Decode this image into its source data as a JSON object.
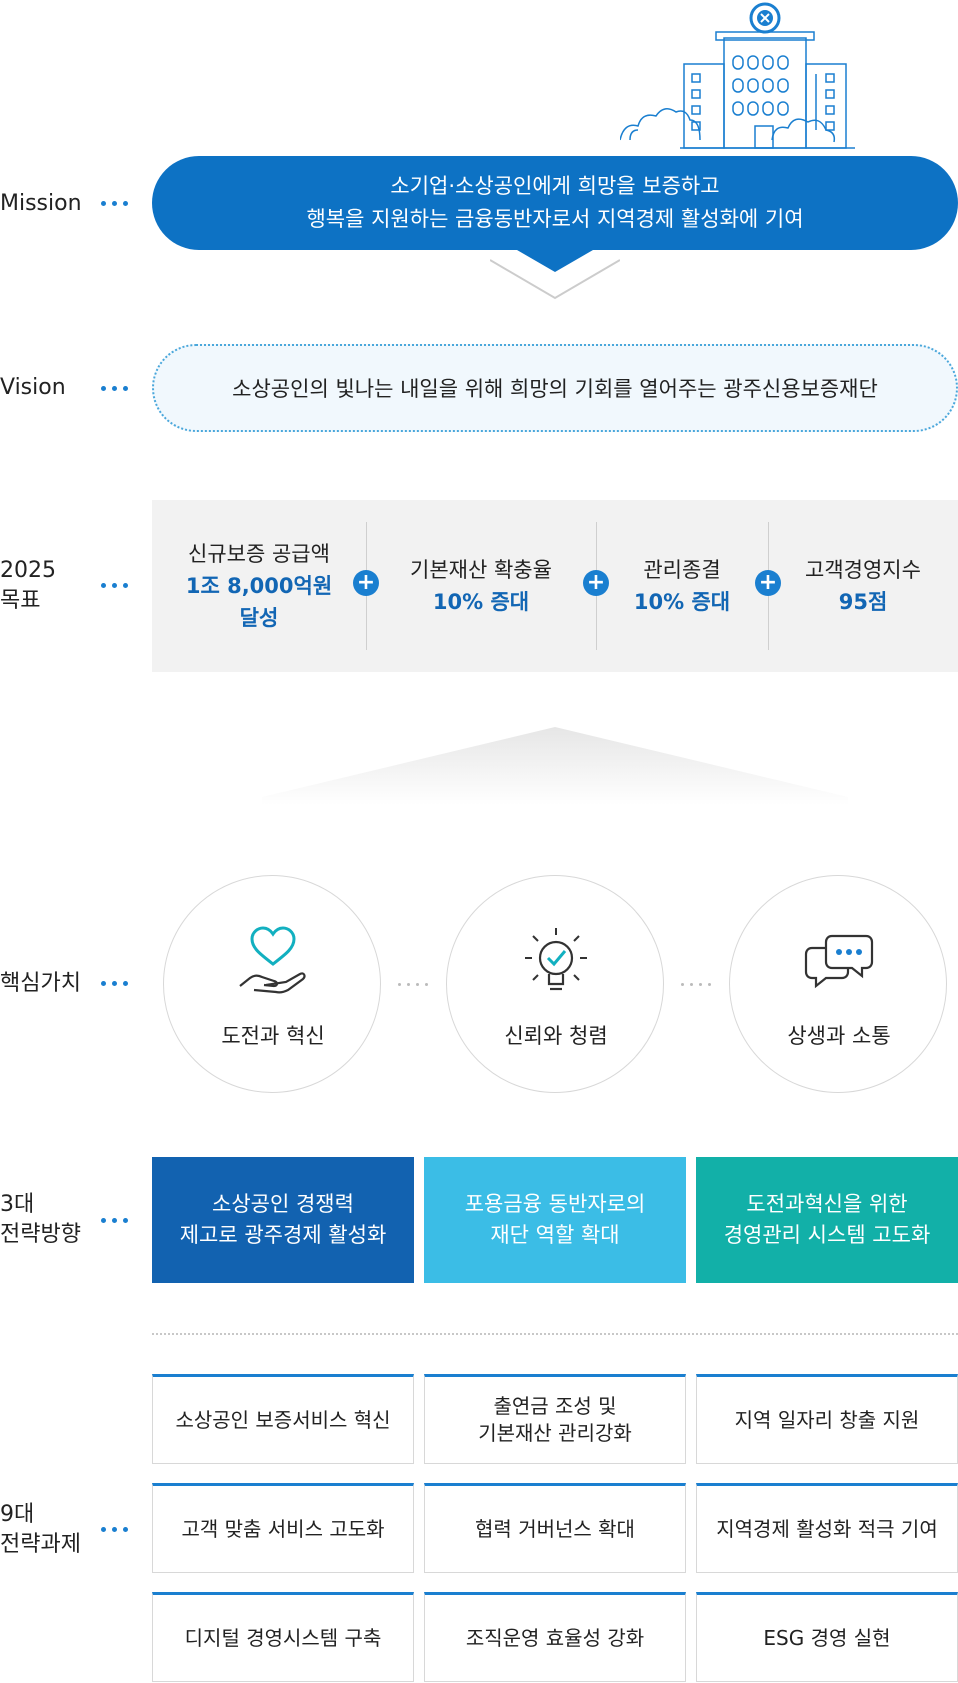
{
  "mission": {
    "label": "Mission",
    "line1": "소기업·소상공인에게 희망을 보증하고",
    "line2": "행복을 지원하는 금융동반자로서 지역경제 활성화에 기여"
  },
  "vision": {
    "label": "Vision",
    "text": "소상공인의 빛나는 내일을 위해 희망의 기회를 열어주는 광주신용보증재단"
  },
  "goals": {
    "label_line1": "2025",
    "label_line2": "목표",
    "items": [
      {
        "label": "신규보증 공급액",
        "value1": "1조 8,000억원",
        "value2": "달성"
      },
      {
        "label": "기본재산 확충율",
        "value1": "10% 증대"
      },
      {
        "label": "관리종결",
        "value1": "10% 증대"
      },
      {
        "label": "고객경영지수",
        "value1": "95점"
      }
    ]
  },
  "core_values": {
    "label": "핵심가치",
    "items": [
      {
        "label": "도전과 혁신",
        "icon": "heart-hand-icon"
      },
      {
        "label": "신뢰와 청렴",
        "icon": "lightbulb-check-icon"
      },
      {
        "label": "상생과 소통",
        "icon": "speech-bubbles-icon"
      }
    ]
  },
  "strategies": {
    "label_line1": "3대",
    "label_line2": "전략방향",
    "items": [
      {
        "line1": "소상공인 경쟁력",
        "line2": "제고로 광주경제 활성화",
        "color": "#1262b0"
      },
      {
        "line1": "포용금융 동반자로의",
        "line2": "재단 역할 확대",
        "color": "#3bbde6"
      },
      {
        "line1": "도전과혁신을 위한",
        "line2": "경영관리 시스템 고도화",
        "color": "#12b0a8"
      }
    ]
  },
  "tasks": {
    "label_line1": "9대",
    "label_line2": "전략과제",
    "items": [
      {
        "line1": "소상공인 보증서비스 혁신"
      },
      {
        "line1": "출연금 조성 및",
        "line2": "기본재산 관리강화"
      },
      {
        "line1": "지역 일자리 창출 지원"
      },
      {
        "line1": "고객 맞춤 서비스 고도화"
      },
      {
        "line1": "협력 거버넌스 확대"
      },
      {
        "line1": "지역경제 활성화 적극 기여"
      },
      {
        "line1": "디지털 경영시스템 구축"
      },
      {
        "line1": "조직운영 효율성 강화"
      },
      {
        "line1": "ESG 경영 실현"
      }
    ]
  },
  "colors": {
    "accent_blue": "#0d72c4",
    "value_blue": "#1266b4",
    "dot_blue": "#1a7fd0"
  }
}
